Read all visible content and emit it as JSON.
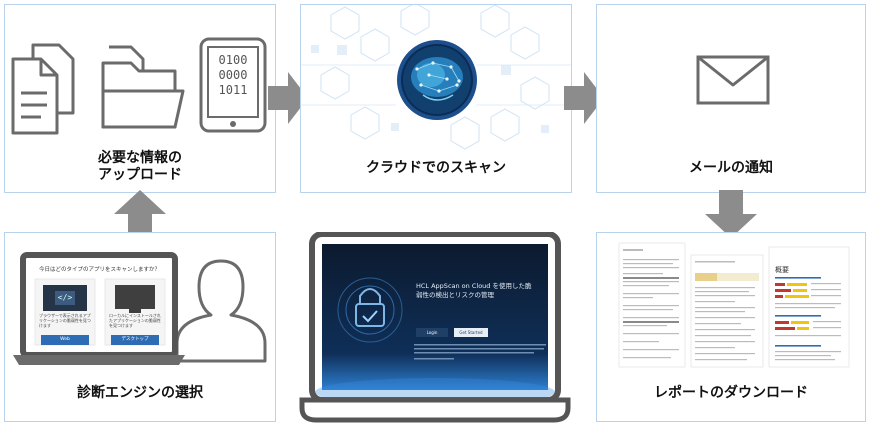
{
  "steps": {
    "upload": {
      "label_line1": "必要な情報の",
      "label_line2": "アップロード",
      "binary_lines": [
        "0100",
        "0000",
        "1011"
      ]
    },
    "scan": {
      "label": "クラウドでのスキャン"
    },
    "email": {
      "label": "メールの通知"
    },
    "engine": {
      "label": "診断エンジンの選択",
      "screen_title": "今日はどのタイプのアプリをスキャンしますか？",
      "option_left_text": "ブラウザーで表示されるアプリケーションの脆弱性を見つけます",
      "option_right_text": "ローカルにインストールされたアプリケーションの脆弱性を見つけます",
      "option_left_button": "Web",
      "option_right_button": "デスクトップ"
    },
    "report": {
      "label": "レポートのダウンロード",
      "page_title": "概要"
    }
  },
  "laptop": {
    "headline_line1": "HCL AppScan on Cloud を使用した脆",
    "headline_line2": "弱性の検出とリスクの管理",
    "login_button": "Login",
    "start_button": "Get Started"
  },
  "colors": {
    "panel_border": "#b9d3ec",
    "arrow": "#8c8c8c",
    "icon_stroke": "#6b6b6b",
    "accent_blue": "#2e6db4"
  }
}
